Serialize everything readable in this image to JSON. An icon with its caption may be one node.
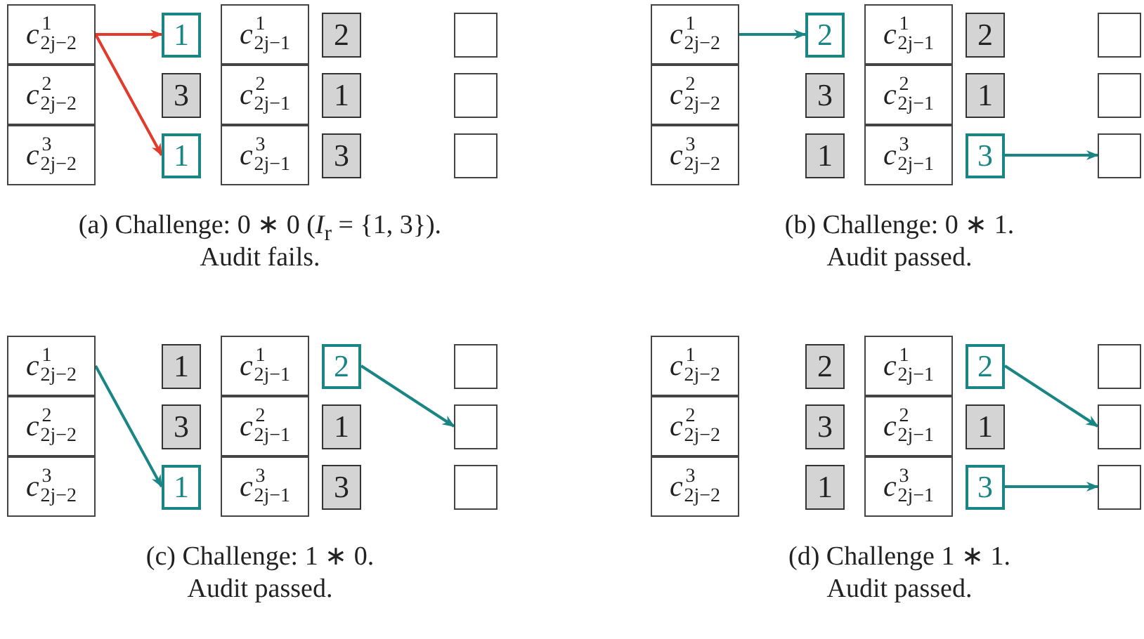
{
  "diagram": {
    "nodes": [
      {
        "text": [
          "*c*$^{1}$$_{2j−2}$"
        ]
      },
      {
        "text": [
          "*c*$^{2}$$_{2j−2}$"
        ]
      },
      {
        "text": [
          "*c*$^{3}$$_{2j−2}$"
        ]
      },
      {
        "text": [
          "1"
        ]
      },
      {
        "text": [
          "3"
        ]
      },
      {
        "text": [
          "1"
        ]
      },
      {
        "text": [
          "*c*$^{1}$$_{2j−1}$"
        ]
      },
      {
        "text": [
          "*c*$^{2}$$_{2j−1}$"
        ]
      },
      {
        "text": [
          "*c*$^{3}$$_{2j−1}$"
        ]
      },
      {
        "text": [
          "2"
        ]
      },
      {
        "text": [
          "1"
        ]
      },
      {
        "text": [
          "3"
        ]
      },
      {
        "text": [],
        "shape": "box"
      },
      {
        "text": [],
        "shape": "box"
      },
      {
        "text": [],
        "shape": "box"
      },
      {
        "text": [
          "*c*$^{1}$$_{2j−2}$"
        ]
      },
      {
        "text": [
          "*c*$^{2}$$_{2j−2}$"
        ]
      },
      {
        "text": [
          "*c*$^{3}$$_{2j−2}$"
        ]
      },
      {
        "text": [
          "2"
        ]
      },
      {
        "text": [
          "3"
        ]
      },
      {
        "text": [
          "1"
        ]
      },
      {
        "text": [
          "*c*$^{1}$$_{2j−1}$"
        ]
      },
      {
        "text": [
          "*c*$^{2}$$_{2j−1}$"
        ]
      },
      {
        "text": [
          "*c*$^{3}$$_{2j−1}$"
        ]
      },
      {
        "text": [
          "2"
        ]
      },
      {
        "text": [
          "1"
        ]
      },
      {
        "text": [
          "3"
        ]
      },
      {
        "text": [],
        "shape": "box"
      },
      {
        "text": [],
        "shape": "box"
      },
      {
        "text": [],
        "shape": "box"
      },
      {
        "text": [
          "*c*$^{1}$$_{2j−2}$"
        ]
      },
      {
        "text": [
          "*c*$^{2}$$_{2j−2}$"
        ]
      },
      {
        "text": [
          "*c*$^{3}$$_{2j−2}$"
        ]
      },
      {
        "text": [
          "1"
        ]
      },
      {
        "text": [
          "3"
        ]
      },
      {
        "text": [
          "1"
        ]
      },
      {
        "text": [
          "*c*$^{1}$$_{2j−1}$"
        ]
      },
      {
        "text": [
          "*c*$^{2}$$_{2j−1}$"
        ]
      },
      {
        "text": [
          "*c*$^{3}$$_{2j−1}$"
        ]
      },
      {
        "text": [
          "2"
        ]
      },
      {
        "text": [
          "1"
        ]
      },
      {
        "text": [
          "3"
        ]
      },
      {
        "text": [],
        "shape": "box"
      },
      {
        "text": [],
        "shape": "box"
      },
      {
        "text": [],
        "shape": "box"
      },
      {
        "text": [
          "*c*$^{1}$$_{2j−2}$"
        ]
      },
      {
        "text": [
          "*c*$^{2}$$_{2j−2}$"
        ]
      },
      {
        "text": [
          "*c*$^{3}$$_{2j−2}$"
        ]
      },
      {
        "text": [
          "2"
        ]
      },
      {
        "text": [
          "3"
        ]
      },
      {
        "text": [
          "1"
        ]
      },
      {
        "text": [
          "*c*$^{1}$$_{2j−1}$"
        ]
      },
      {
        "text": [
          "*c*$^{2}$$_{2j−1}$"
        ]
      },
      {
        "text": [
          "*c*$^{3}$$_{2j−1}$"
        ]
      },
      {
        "text": [
          "2"
        ]
      },
      {
        "text": [
          "1"
        ]
      },
      {
        "text": [
          "3"
        ]
      },
      {
        "text": [],
        "shape": "box"
      },
      {
        "text": [],
        "shape": "box"
      },
      {
        "text": [],
        "shape": "box"
      }
    ],
    "edges": [
      {
        "from": 0,
        "to": 3,
        "arrow": "to",
        "color": "#e23b2a"
      },
      {
        "from": 0,
        "to": 5,
        "arrow": "to",
        "color": "#e23b2a"
      },
      {
        "from": 15,
        "to": 18,
        "arrow": "to"
      },
      {
        "from": 26,
        "to": 29,
        "arrow": "to"
      },
      {
        "from": 30,
        "to": 35,
        "arrow": "to"
      },
      {
        "from": 39,
        "to": 43,
        "arrow": "to"
      },
      {
        "from": 54,
        "to": 58,
        "arrow": "to"
      },
      {
        "from": 56,
        "to": 59,
        "arrow": "to"
      }
    ],
    "labels": [
      "(a) Challenge: 0 ∗ 0 (*I*$_{r}$ = {1, 3}).",
      "Audit fails.",
      "(b) Challenge: 0 ∗ 1.",
      "Audit passed.",
      "(c) Challenge: 1 ∗ 0.",
      "Audit passed.",
      "(d) Challenge 1 ∗ 1.",
      "Audit passed."
    ]
  }
}
